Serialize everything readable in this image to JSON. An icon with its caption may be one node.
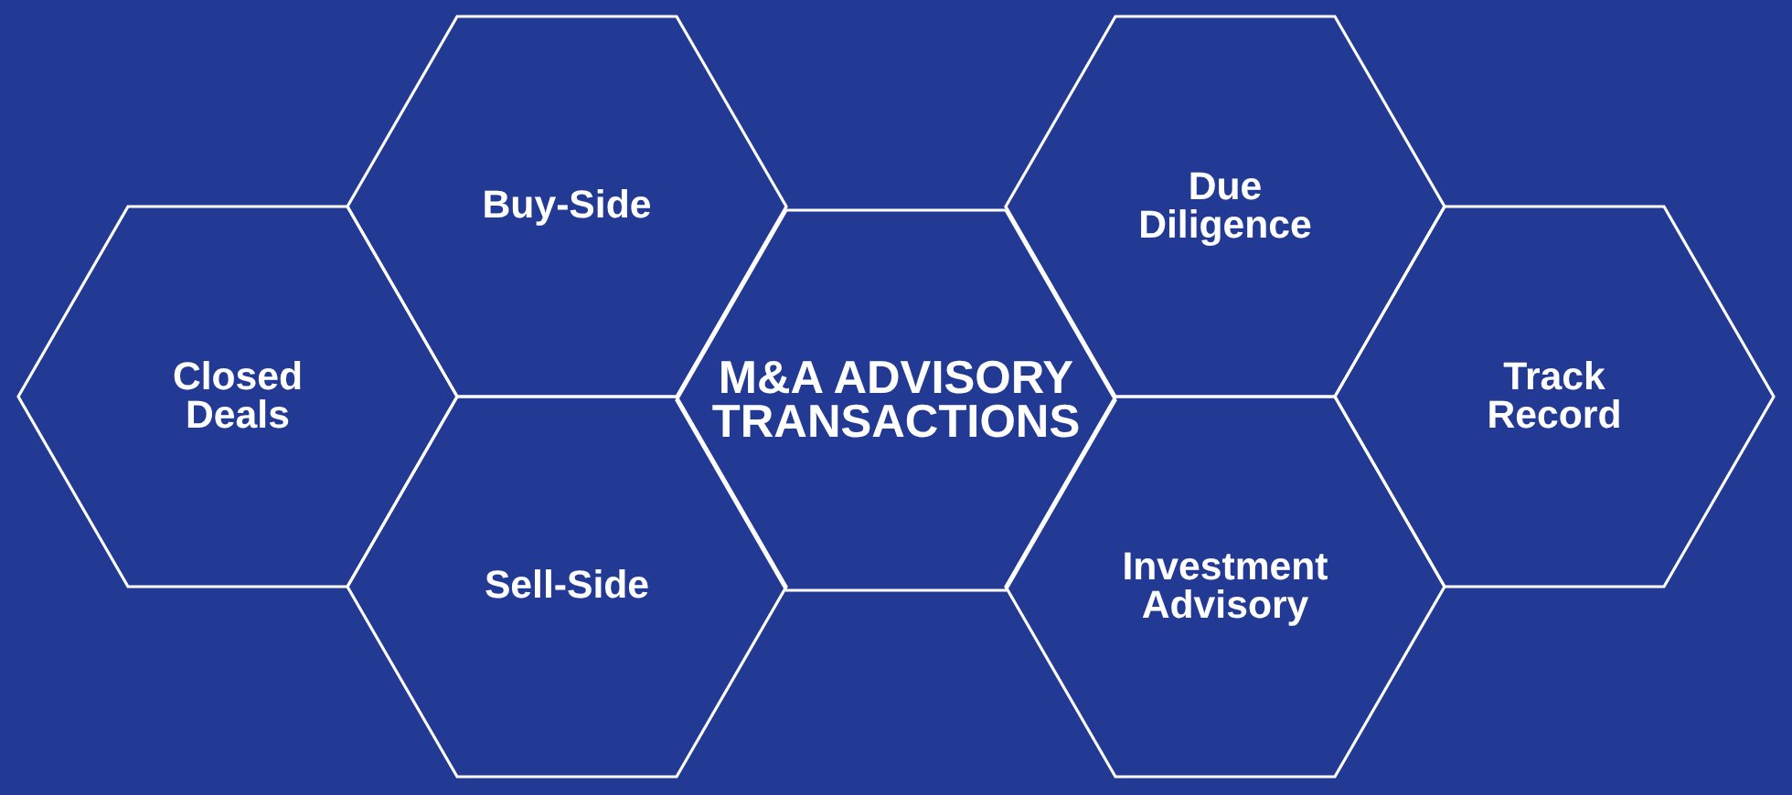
{
  "diagram": {
    "nodes": [
      {
        "text": [
          "Closed Deals"
        ]
      },
      {
        "text": [
          "Buy-Side"
        ]
      },
      {
        "text": [
          "Sell-Side"
        ]
      },
      {
        "text": [
          "M&A ADVISORY TRANSACTIONS"
        ]
      },
      {
        "text": [
          "Due Diligence"
        ]
      },
      {
        "text": [
          "Investment Advisory"
        ]
      },
      {
        "text": [
          "Track Record"
        ]
      }
    ]
  }
}
